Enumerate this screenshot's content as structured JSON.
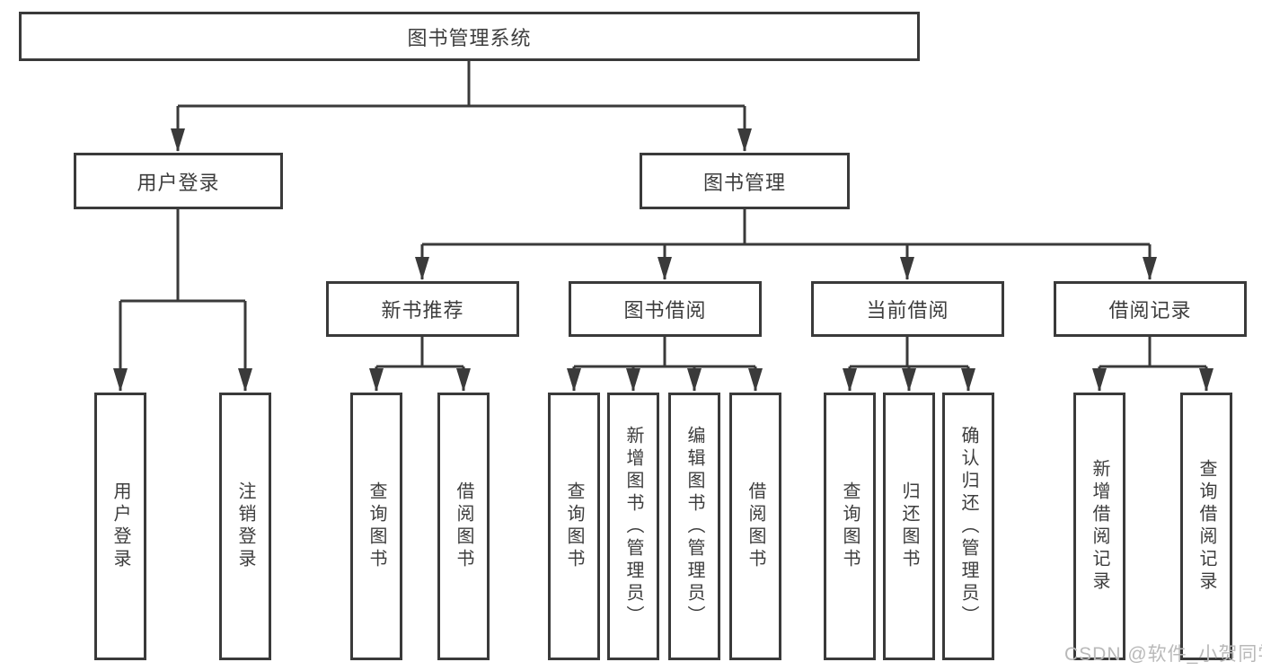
{
  "colors": {
    "line": "#3a3a3a",
    "text": "#3d3d3d",
    "box_fill": "#ffffff",
    "watermark": "#b9b9b9",
    "background": "#ffffff"
  },
  "watermark": "CSDN @软件_小贺同学",
  "tree": {
    "label": "图书管理系统",
    "children": [
      {
        "label": "用户登录",
        "children": [
          {
            "label": "用户登录"
          },
          {
            "label": "注销登录"
          }
        ]
      },
      {
        "label": "图书管理",
        "children": [
          {
            "label": "新书推荐",
            "children": [
              {
                "label": "查询图书"
              },
              {
                "label": "借阅图书"
              }
            ]
          },
          {
            "label": "图书借阅",
            "children": [
              {
                "label": "查询图书"
              },
              {
                "label": "新增图书（管理员）"
              },
              {
                "label": "编辑图书（管理员）"
              },
              {
                "label": "借阅图书"
              }
            ]
          },
          {
            "label": "当前借阅",
            "children": [
              {
                "label": "查询图书"
              },
              {
                "label": "归还图书"
              },
              {
                "label": "确认归还（管理员）"
              }
            ]
          },
          {
            "label": "借阅记录",
            "children": [
              {
                "label": "新增借阅记录"
              },
              {
                "label": "查询借阅记录"
              }
            ]
          }
        ]
      }
    ]
  }
}
